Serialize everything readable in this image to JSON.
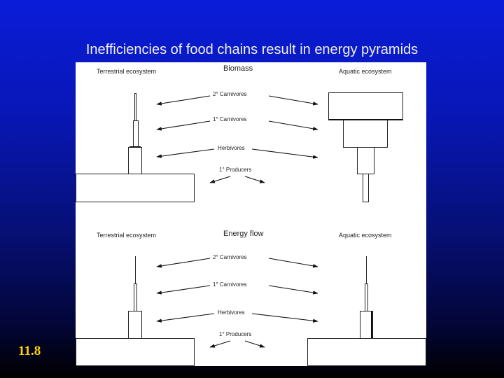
{
  "slide": {
    "title": "Inefficiencies of food chains result in energy pyramids",
    "number": "11.8"
  },
  "top_panel": {
    "heading": "Biomass",
    "left_label": "Terrestrial ecosystem",
    "right_label": "Aquatic ecosystem",
    "levels": [
      "2° Carnivores",
      "1° Carnivores",
      "Herbivores",
      "1° Producers"
    ]
  },
  "bottom_panel": {
    "heading": "Energy flow",
    "left_label": "Terrestrial ecosystem",
    "right_label": "Aquatic ecosystem",
    "levels": [
      "2° Carnivores",
      "1° Carnivores",
      "Herbivores",
      "1° Producers"
    ]
  },
  "colors": {
    "background_top": "#0a1cd8",
    "background_bottom": "#000000",
    "title_text": "#f2f2f2",
    "slide_number": "#ffd200"
  }
}
